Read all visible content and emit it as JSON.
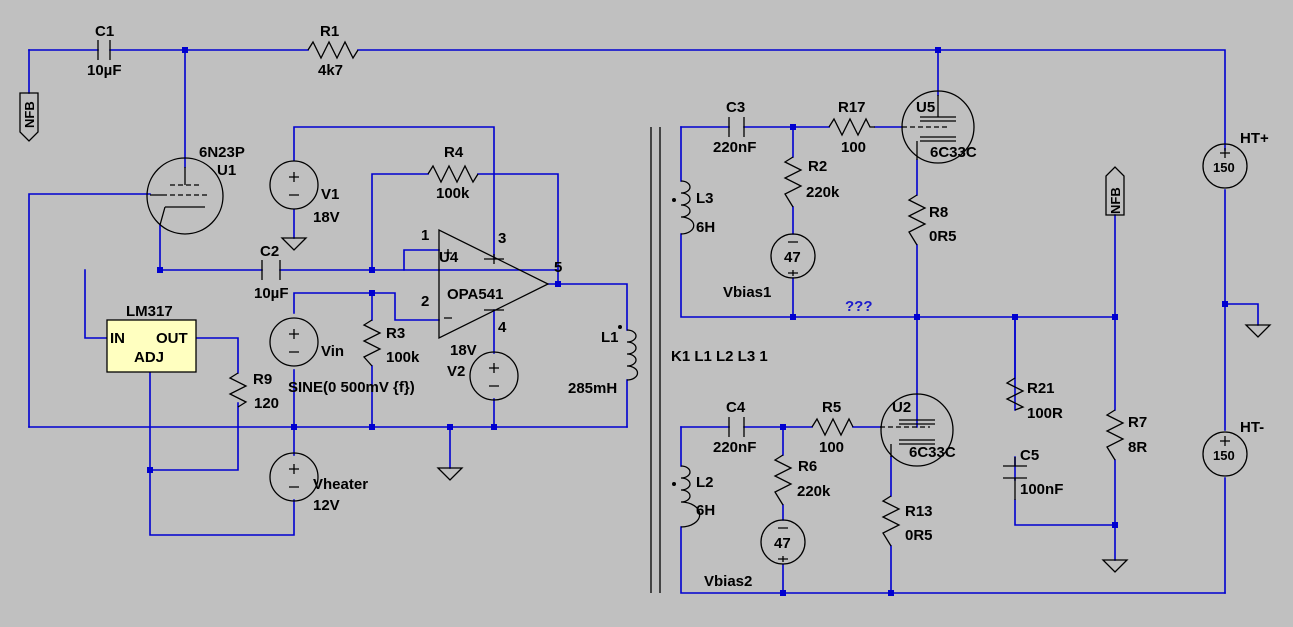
{
  "labels": {
    "C1": "C1",
    "C1v": "10µF",
    "R1": "R1",
    "R1v": "4k7",
    "NFB": "NFB",
    "U1": "6N23P",
    "U1n": "U1",
    "V1": "V1",
    "V1v": "18V",
    "R4": "R4",
    "R4v": "100k",
    "C2": "C2",
    "C2v": "10µF",
    "LM": "LM317",
    "IN": "IN",
    "OUT": "OUT",
    "ADJ": "ADJ",
    "R9": "R9",
    "R9v": "120",
    "Vin": "Vin",
    "Vsig": "SINE(0 500mV {f})",
    "R3": "R3",
    "R3v": "100k",
    "U4": "U4",
    "OPA": "OPA541",
    "p1": "1",
    "p2": "2",
    "p3": "3",
    "p4": "4",
    "p5": "5",
    "V2v": "18V",
    "V2": "V2",
    "L1": "L1",
    "L1v": "285mH",
    "Vh": "Vheater",
    "Vhv": "12V",
    "K": "K1 L1 L2 L3 1",
    "C3": "C3",
    "C3v": "220nF",
    "R17": "R17",
    "R17v": "100",
    "R2": "R2",
    "R2v": "220k",
    "L3": "L3",
    "L3v": "6H",
    "Vb1v": "47",
    "Vb1": "Vbias1",
    "U5": "U5",
    "U5v": "6C33C",
    "R8": "R8",
    "R8v": "0R5",
    "NFB2": "NFB",
    "q": "???",
    "HTp": "HT+",
    "HTpv": "150",
    "HTm": "HT-",
    "HTmv": "150",
    "C4": "C4",
    "C4v": "220nF",
    "R5": "R5",
    "R5v": "100",
    "U2": "U2",
    "U2v": "6C33C",
    "R6": "R6",
    "R6v": "220k",
    "L2": "L2",
    "L2v": "6H",
    "Vb2v": "47",
    "Vb2": "Vbias2",
    "R13": "R13",
    "R13v": "0R5",
    "R21": "R21",
    "R21v": "100R",
    "C5": "C5",
    "C5v": "100nF",
    "R7": "R7",
    "R7v": "8R"
  },
  "colors": {
    "background": "#c0c0c0",
    "wire": "#0000d0",
    "component": "#000000",
    "ic_fill": "#ffffc0"
  }
}
